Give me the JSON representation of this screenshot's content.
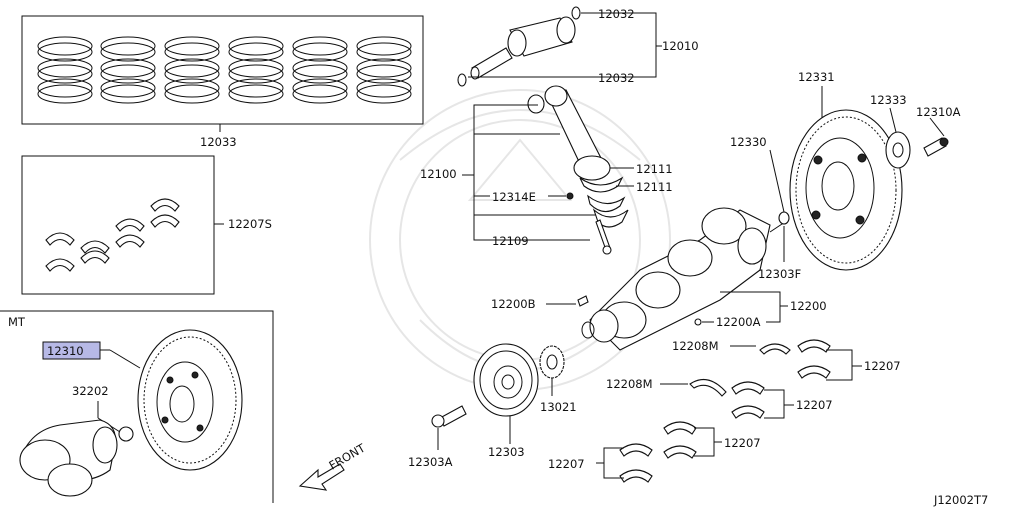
{
  "diagram": {
    "section_mt": "MT",
    "drawing_code": "J12002T7",
    "front_arrow": "FRONT",
    "highlight_color": "#b7b9e6"
  },
  "labels": {
    "p12032_top": "12032",
    "p12010": "12010",
    "p12032_bottom": "12032",
    "p12033": "12033",
    "p12207S": "12207S",
    "p12100": "12100",
    "p12111_a": "12111",
    "p12111_b": "12111",
    "p12314E": "12314E",
    "p12109": "12109",
    "p12330": "12330",
    "p12331": "12331",
    "p12333": "12333",
    "p12310A": "12310A",
    "p12303F": "12303F",
    "p12200B": "12200B",
    "p12200": "12200",
    "p12200A": "12200A",
    "p12208M_a": "12208M",
    "p12208M_b": "12208M",
    "p12207_a": "12207",
    "p12207_b": "12207",
    "p12207_c": "12207",
    "p12207_d": "12207",
    "p12310": "12310",
    "p32202": "32202",
    "p13021": "13021",
    "p12303": "12303",
    "p12303A": "12303A"
  }
}
